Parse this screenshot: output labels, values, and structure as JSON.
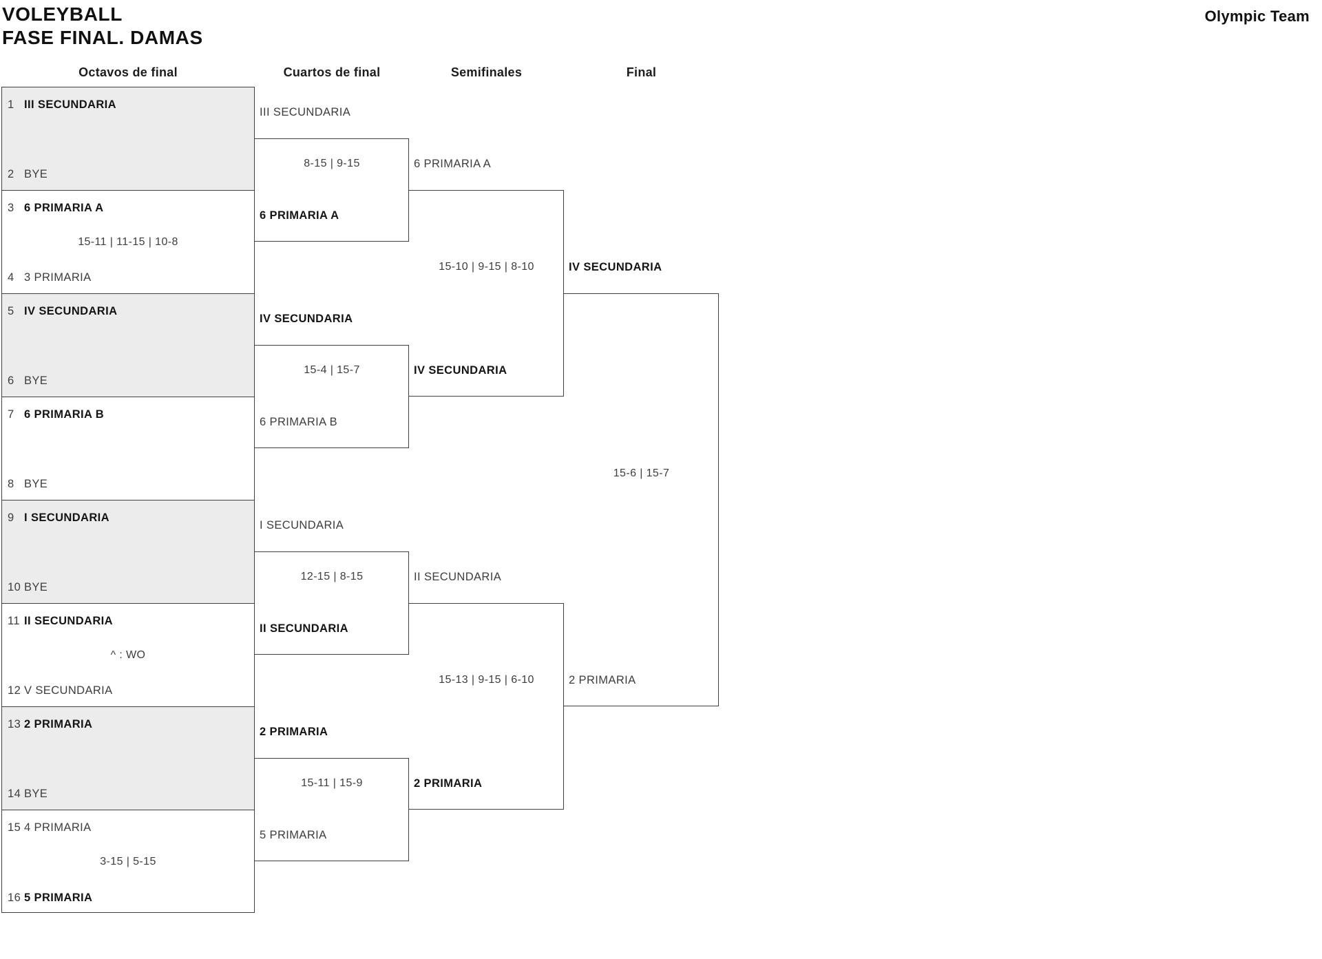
{
  "title": {
    "line1": "VOLEYBALL",
    "line2": "FASE FINAL. DAMAS"
  },
  "header_right": "Olympic Team",
  "rounds": [
    "Octavos de final",
    "Cuartos de final",
    "Semifinales",
    "Final"
  ],
  "octavos": [
    {
      "seed1": "1",
      "team1": "III SECUNDARIA",
      "bold1": true,
      "seed2": "2",
      "team2": "BYE",
      "bold2": false
    },
    {
      "seed1": "3",
      "team1": "6 PRIMARIA A",
      "bold1": true,
      "note": "15-11 | 11-15 | 10-8",
      "seed2": "4",
      "team2": "3 PRIMARIA",
      "bold2": false
    },
    {
      "seed1": "5",
      "team1": "IV SECUNDARIA",
      "bold1": true,
      "seed2": "6",
      "team2": "BYE",
      "bold2": false
    },
    {
      "seed1": "7",
      "team1": "6 PRIMARIA B",
      "bold1": true,
      "seed2": "8",
      "team2": "BYE",
      "bold2": false
    },
    {
      "seed1": "9",
      "team1": "I SECUNDARIA",
      "bold1": true,
      "seed2": "10",
      "team2": "BYE",
      "bold2": false
    },
    {
      "seed1": "11",
      "team1": "II SECUNDARIA",
      "bold1": true,
      "note": "^ : WO",
      "seed2": "12",
      "team2": "V SECUNDARIA",
      "bold2": false
    },
    {
      "seed1": "13",
      "team1": "2 PRIMARIA",
      "bold1": true,
      "seed2": "14",
      "team2": "BYE",
      "bold2": false
    },
    {
      "seed1": "15",
      "team1": "4 PRIMARIA",
      "bold1": false,
      "note": "3-15 | 5-15",
      "seed2": "16",
      "team2": "5 PRIMARIA",
      "bold2": true
    }
  ],
  "cuartos": [
    {
      "top": "III SECUNDARIA",
      "top_bold": false,
      "score": "8-15 | 9-15",
      "bottom": "6 PRIMARIA A",
      "bottom_bold": true
    },
    {
      "top": "IV SECUNDARIA",
      "top_bold": true,
      "score": "15-4 | 15-7",
      "bottom": "6 PRIMARIA B",
      "bottom_bold": false
    },
    {
      "top": "I SECUNDARIA",
      "top_bold": false,
      "score": "12-15 | 8-15",
      "bottom": "II SECUNDARIA",
      "bottom_bold": true
    },
    {
      "top": "2 PRIMARIA",
      "top_bold": true,
      "score": "15-11 | 15-9",
      "bottom": "5 PRIMARIA",
      "bottom_bold": false
    }
  ],
  "semifinales": [
    {
      "top": "6 PRIMARIA A",
      "top_bold": false,
      "score": "15-10 | 9-15 | 8-10",
      "bottom": "IV SECUNDARIA",
      "bottom_bold": true
    },
    {
      "top": "II SECUNDARIA",
      "top_bold": false,
      "score": "15-13 | 9-15 | 6-10",
      "bottom": "2 PRIMARIA",
      "bottom_bold": true
    }
  ],
  "final": {
    "top": "IV SECUNDARIA",
    "top_bold": true,
    "score": "15-6 | 15-7",
    "bottom": "2 PRIMARIA",
    "bottom_bold": false
  },
  "colors": {
    "background": "#ffffff",
    "shaded_box": "#ececec",
    "line": "#3f3f3f",
    "text": "#3d3d3d",
    "text_emphasis": "#141414"
  }
}
